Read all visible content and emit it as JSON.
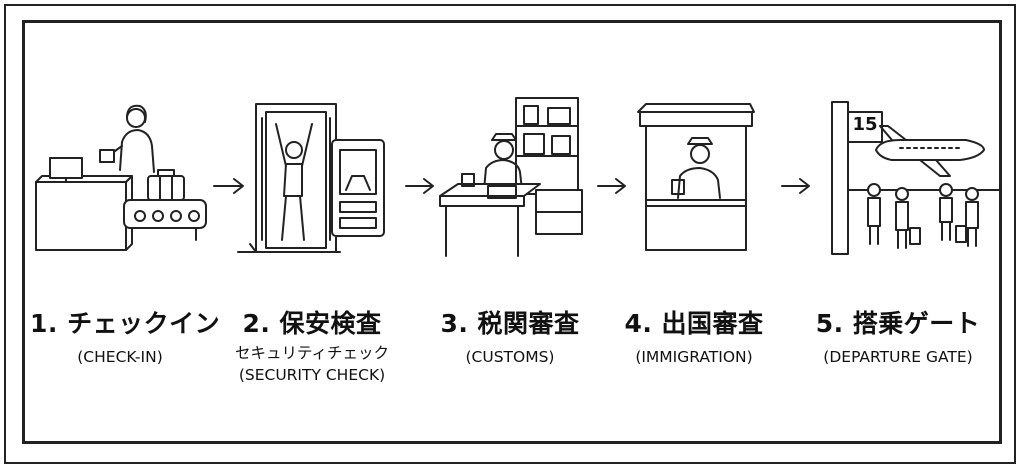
{
  "steps": [
    {
      "title": "1. チェックイン",
      "subtitle": "(CHECK-IN)",
      "subtitle2": ""
    },
    {
      "title": "2. 保安検査",
      "subtitle": "セキュリティチェック",
      "subtitle2": "(SECURITY CHECK)"
    },
    {
      "title": "3. 税関審査",
      "subtitle": "(CUSTOMS)",
      "subtitle2": ""
    },
    {
      "title": "4. 出国審査",
      "subtitle": "(IMMIGRATION)",
      "subtitle2": ""
    },
    {
      "title": "5. 搭乗ゲート",
      "subtitle": "(DEPARTURE GATE)",
      "subtitle2": ""
    }
  ],
  "gate_number": "15",
  "icons": [
    "check-in-counter",
    "metal-detector-gate",
    "customs-desk",
    "immigration-booth",
    "departure-gate-plane"
  ]
}
